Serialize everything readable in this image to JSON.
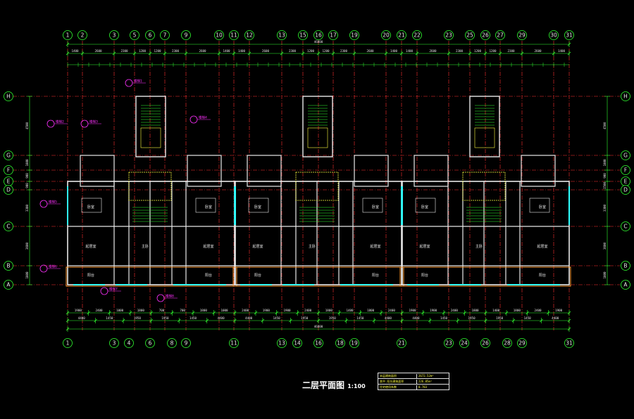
{
  "drawing": {
    "title": "二层平面图",
    "scale": "1:100",
    "overall_dimension": "46800",
    "top_axes": [
      "1",
      "2",
      "3",
      "5",
      "6",
      "7",
      "9",
      "10",
      "11",
      "12",
      "13",
      "15",
      "16",
      "17",
      "19",
      "20",
      "21",
      "22",
      "23",
      "25",
      "26",
      "27",
      "29",
      "30",
      "31"
    ],
    "bottom_axes": [
      "1",
      "3",
      "4",
      "6",
      "8",
      "9",
      "11",
      "13",
      "14",
      "16",
      "18",
      "19",
      "21",
      "23",
      "24",
      "26",
      "28",
      "29",
      "31"
    ],
    "side_axes": [
      "H",
      "G",
      "F",
      "E",
      "D",
      "C",
      "B",
      "A"
    ],
    "top_dims_row1": [
      "1400",
      "2600",
      "2300",
      "1200",
      "1200",
      "2300",
      "2600",
      "1400",
      "1400",
      "2600",
      "2300",
      "1200",
      "1200",
      "2300",
      "2600",
      "1400",
      "1400",
      "2600",
      "2300",
      "1200",
      "1200",
      "2300",
      "2600",
      "1400"
    ],
    "bottom_dims_row1": [
      "1900",
      "2400",
      "1000",
      "1800",
      "700",
      "700",
      "1800",
      "1000",
      "2400",
      "1900",
      "1900",
      "2400",
      "1800",
      "1400",
      "1800",
      "2400",
      "1900",
      "1900",
      "2400",
      "1800",
      "1400",
      "1800",
      "2400",
      "1900"
    ],
    "bottom_dims_row2": [
      "4400",
      "1450",
      "1950",
      "1950",
      "1450",
      "4400",
      "4400",
      "1450",
      "1950",
      "1950",
      "1450",
      "4400",
      "4400",
      "1450",
      "1950",
      "1950",
      "1450",
      "4400"
    ],
    "left_dims": [
      "4500",
      "1800",
      "900",
      "900",
      "3300",
      "3600",
      "1800",
      "750"
    ],
    "right_dims": [
      "4500",
      "1800",
      "900",
      "1500",
      "3300",
      "3600",
      "1800",
      "750"
    ],
    "room_labels": [
      "卧室",
      "卧室",
      "主卧",
      "卧室",
      "卧室",
      "主卧",
      "卧室",
      "卧室",
      "主卧"
    ],
    "living_labels": [
      "起居室",
      "起居室",
      "起居室",
      "起居室",
      "起居室",
      "起居室"
    ],
    "balcony_labels": [
      "阳台",
      "阳台",
      "阳台",
      "阳台",
      "阳台",
      "阳台"
    ],
    "callouts": [
      "楼梯1",
      "楼梯2",
      "楼梯3",
      "楼梯4",
      "楼梯5",
      "楼梯6",
      "楼梯7",
      "楼梯8"
    ],
    "stats_table": [
      {
        "k": "本层建筑面积",
        "v": "2672.52m²"
      },
      {
        "k": "其中  阳台建筑面积",
        "v": "226.05m²"
      },
      {
        "k": "住宅使用系数",
        "v": "0.783"
      }
    ],
    "colors": {
      "background": "#000000",
      "axis_red": "#ff3030",
      "dim_green": "#30ff30",
      "wall_white": "#e8e8e8",
      "window_cyan": "#30ffff",
      "magenta": "#ff30ff",
      "yellow": "#ffff40",
      "orange": "#ff9a30"
    }
  }
}
